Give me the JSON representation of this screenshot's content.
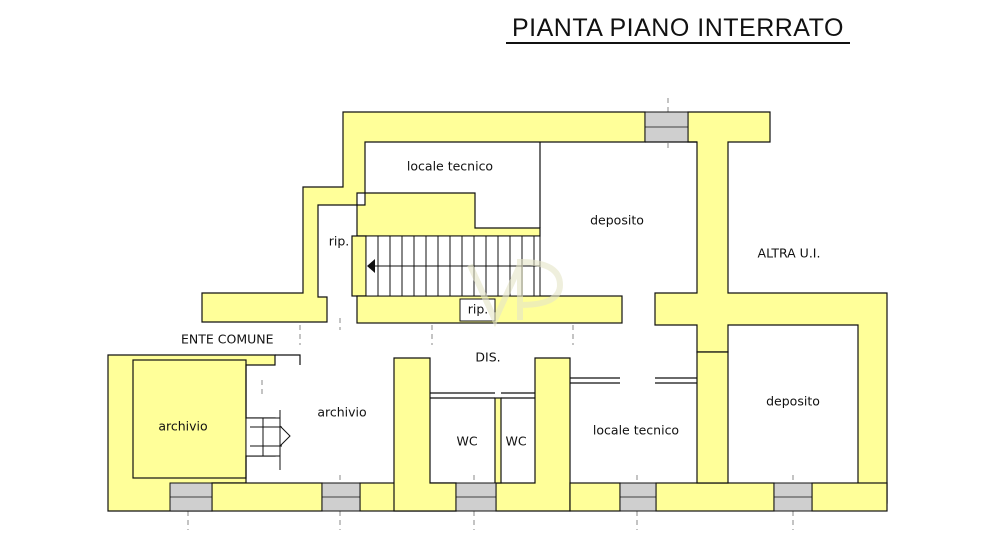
{
  "title": "PIANTA PIANO INTERRATO",
  "colors": {
    "wall": "#ffff99",
    "outline": "#111111",
    "window": "#cfcfcf",
    "background": "#ffffff"
  },
  "rooms": {
    "locale_tecnico_top": "locale tecnico",
    "deposito_center": "deposito",
    "altra_ui": "ALTRA U.I.",
    "rip_left": "rip.",
    "rip_small": "rip.",
    "ente_comune": "ENTE COMUNE",
    "dis": "DIS.",
    "archivio_left": "archivio",
    "archivio_center": "archivio",
    "wc_1": "WC",
    "wc_2": "WC",
    "locale_tecnico_bottom": "locale tecnico",
    "deposito_right": "deposito"
  },
  "icons": {
    "stair_arrow": "arrow-left-icon",
    "ramp_arrow": "arrow-right-icon",
    "watermark": "watermark-logo"
  }
}
